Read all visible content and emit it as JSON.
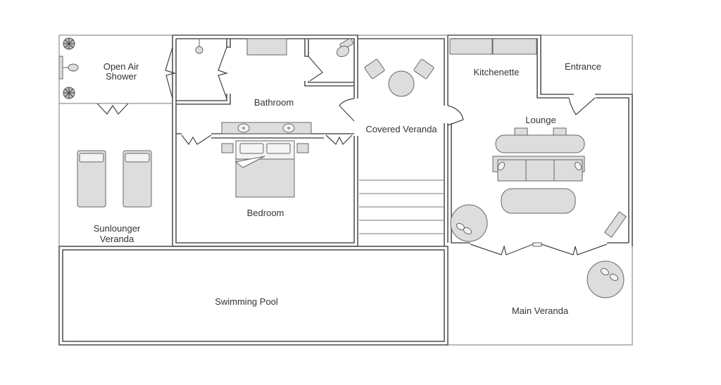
{
  "title": "Villa Floor Plan",
  "colors": {
    "wall": "#555555",
    "furniture_fill": "#dddddd",
    "label": "#333333",
    "background": "#ffffff"
  },
  "rooms": {
    "open_air_shower": {
      "line1": "Open Air",
      "line2": "Shower"
    },
    "bathroom": "Bathroom",
    "covered_veranda": "Covered Veranda",
    "kitchenette": "Kitchenette",
    "entrance": "Entrance",
    "lounge": "Lounge",
    "bedroom": "Bedroom",
    "sunlounger_veranda": {
      "line1": "Sunlounger",
      "line2": "Veranda"
    },
    "swimming_pool": "Swimming Pool",
    "main_veranda": "Main Veranda"
  },
  "fixtures": {
    "plants": [
      "plant-icon",
      "plant-icon"
    ],
    "shower_heads": [
      "shower-head-icon",
      "shower-head-icon"
    ],
    "toilet": "toilet-icon",
    "sinks": [
      "sink-icon",
      "sink-icon"
    ],
    "bed": "double-bed-icon",
    "sunloungers": [
      "sunlounger-icon",
      "sunlounger-icon"
    ],
    "armchairs": [
      "armchair-icon",
      "armchair-icon"
    ],
    "round_tables": [
      "round-table-icon"
    ],
    "sofa": "sofa-icon",
    "coffee_table": "coffee-table-icon",
    "bean_bags": [
      "bean-bag-icon",
      "bean-bag-icon"
    ],
    "tv": "tv-icon",
    "stairs_steps": 5
  }
}
